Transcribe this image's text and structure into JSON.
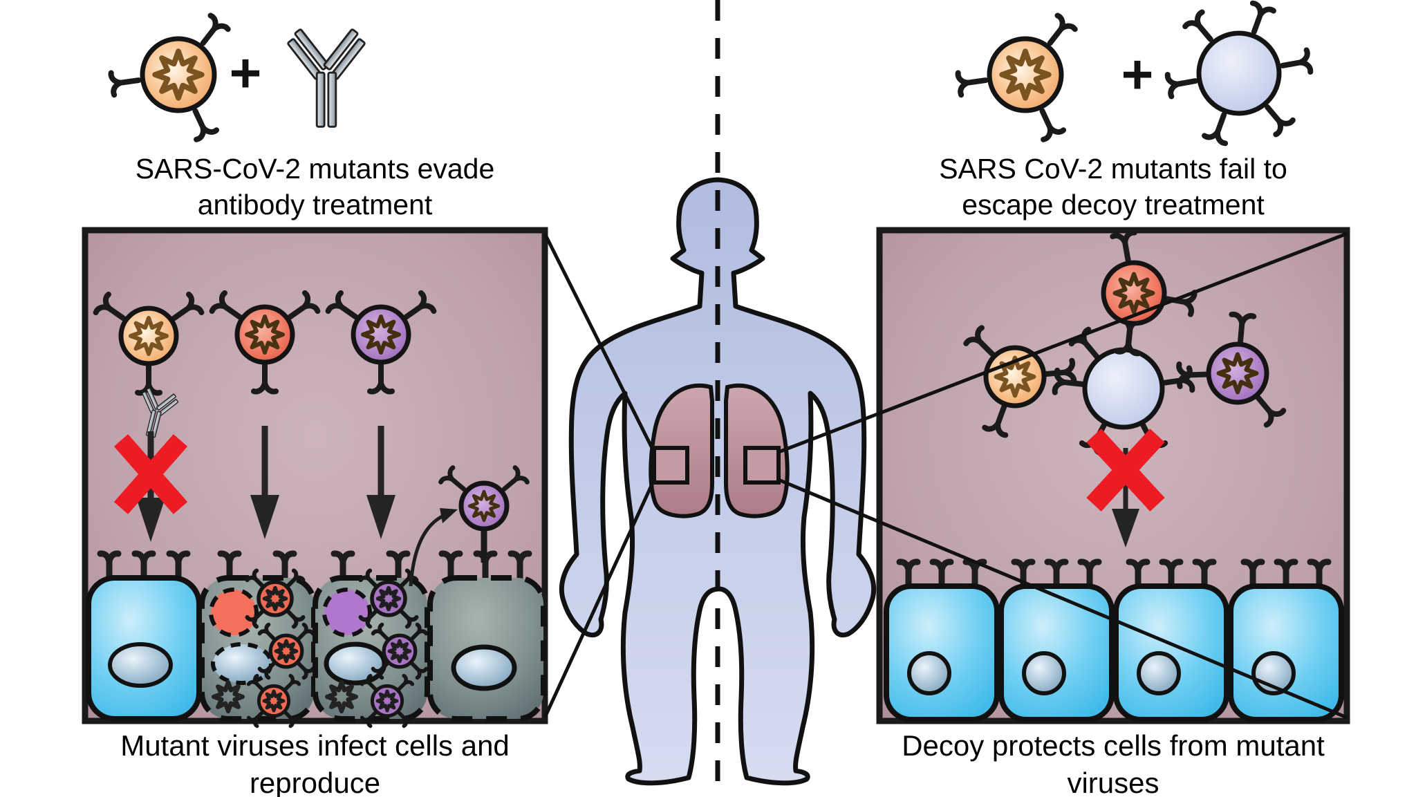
{
  "left": {
    "title1": "SARS-CoV-2 mutants evade",
    "title2": "antibody treatment",
    "plus": "+",
    "caption1": "Mutant viruses infect cells and",
    "caption2": "reproduce"
  },
  "right": {
    "title1": "SARS CoV-2 mutants fail to",
    "title2": "escape decoy treatment",
    "plus": "+",
    "caption1": "Decoy protects cells from mutant",
    "caption2": "viruses"
  },
  "colors": {
    "cross_red": "#ed1c24",
    "panel_background": "#bb9aa4",
    "healthy_cell_blue": "#55c4ed",
    "infected_cell_gray": "#77868a",
    "original_virus_orange": "#f2a865",
    "mutant_virus_red": "#ee6a52",
    "mutant_virus_purple": "#a873c4",
    "decoy_blue": "#c9d2ec",
    "body_blue": "#b8c3e5",
    "lung_pink": "#c39aa3",
    "antibody_gray": "#aab4ba",
    "outline_black": "#1a1a1a"
  }
}
